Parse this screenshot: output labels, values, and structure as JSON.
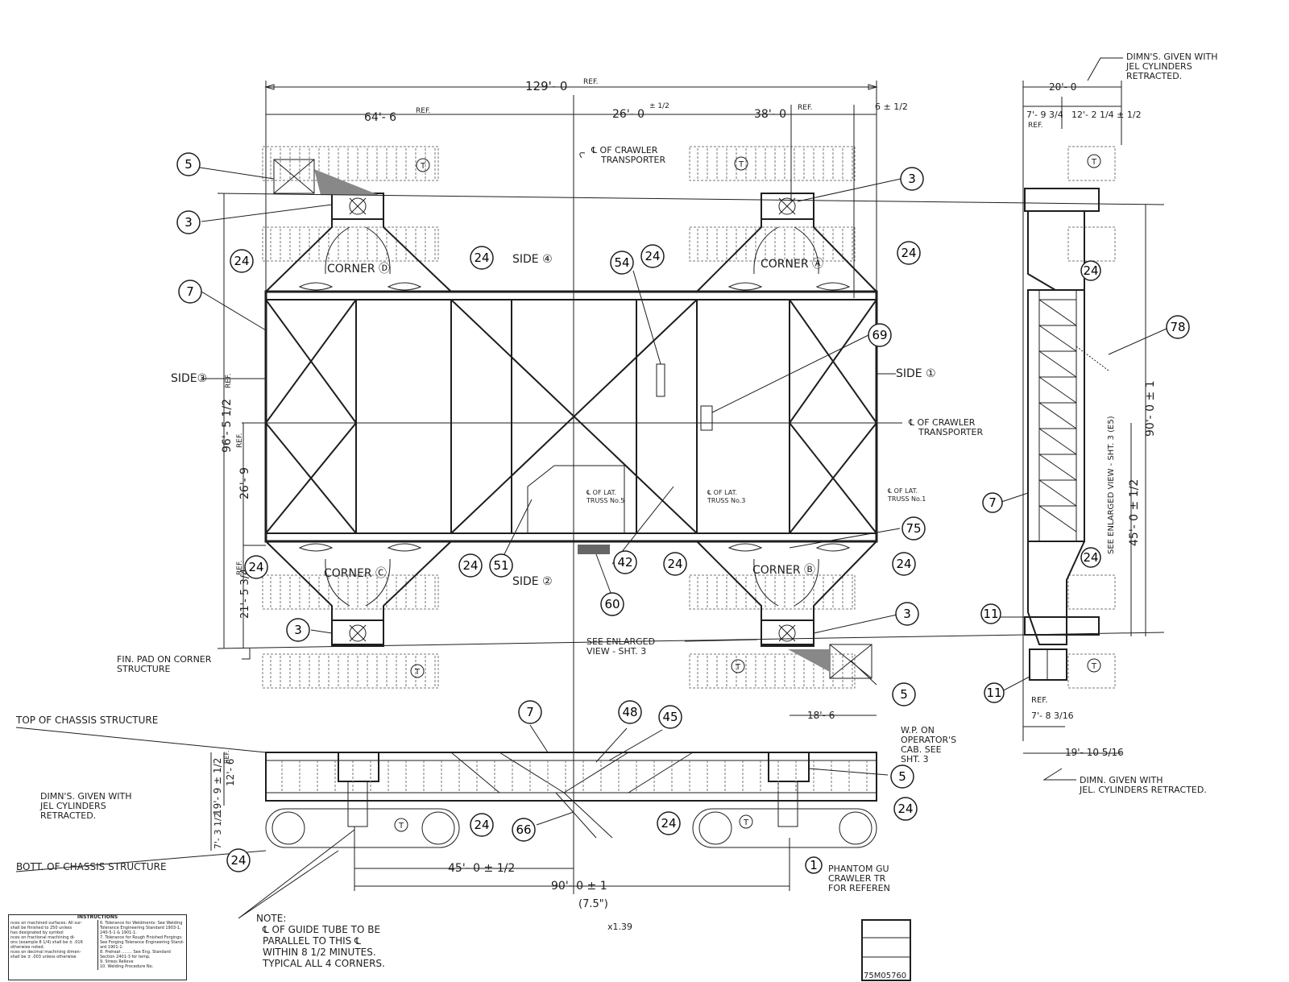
{
  "dims": {
    "overall": "129'- 0",
    "overall_ref": "REF.",
    "left_seg": "64'- 6",
    "left_seg_ref": "REF.",
    "mid_seg": "26'- 0",
    "mid_tol": "± 1/2",
    "right_seg": "38'- 0",
    "right_seg_ref": "REF.",
    "end_seg": "6 ± 1/2",
    "height_total": "96'- 5 1/2",
    "height_total_ref": "REF.",
    "height_26": "26'- 9",
    "height_26_ref": "REF.",
    "height_21": "21'- 5 3/4",
    "height_21_ref": "REF.",
    "side_width": "20'- 0",
    "side_left": "7'- 9 3/4",
    "side_left_ref": "REF.",
    "side_right": "12'- 2 1/4 ± 1/2",
    "side_90": "90'- 0 ± 1",
    "side_45": "45'- 0 ± 1/2",
    "side_bottom_ref": "REF.",
    "side_bottom_a": "7'- 8 3/16",
    "side_bottom_b": "19'- 10 5/16",
    "elev_45": "45'- 0 ± 1/2",
    "elev_90": "90'- 0 ± 1",
    "elev_18": "18'- 6",
    "elev_19": "19'- 9 ± 1/2",
    "elev_12": "12'- 6",
    "elev_12_ref": "REF.",
    "elev_7": "7'- 3 1/2"
  },
  "notes": {
    "crawler_top": "℄ OF CRAWLER",
    "transporter": "TRANSPORTER",
    "crawler_mid": "℄ OF CRAWLER",
    "transporter_mid": "TRANSPORTER",
    "dimns_top_1": "DIMN'S. GIVEN WITH",
    "dimns_top_2": "JEL CYLINDERS",
    "dimns_top_3": "RETRACTED.",
    "fin_pad_1": "FIN. PAD ON CORNER",
    "fin_pad_2": "STRUCTURE",
    "see_enlarged_1": "SEE ENLARGED",
    "see_enlarged_2": "VIEW - SHT. 3",
    "see_enlarged_side": "SEE ENLARGED VIEW - SHT. 3 (E5)",
    "top_chassis": "TOP OF CHASSIS STRUCTURE",
    "bott_chassis": "BOTT. OF CHASSIS STRUCTURE",
    "dimns_left_1": "DIMN'S. GIVEN WITH",
    "dimns_left_2": "JEL CYLINDERS",
    "dimns_left_3": "RETRACTED.",
    "wp_1": "W.P. ON",
    "wp_2": "OPERATOR'S",
    "wp_3": "CAB. SEE",
    "wp_4": "SHT. 3",
    "dimn_side_1": "DIMN.  GIVEN WITH",
    "dimn_side_2": "JEL. CYLINDERS RETRACTED.",
    "phantom_1": "PHANTOM GU",
    "phantom_2": "CRAWLER TR",
    "phantom_3": "FOR REFEREN",
    "note_1": "NOTE:",
    "note_2": "℄ OF GUIDE TUBE TO BE",
    "note_3": "PARALLEL TO THIS ℄",
    "note_4": "WITHIN 8 1/2 MINUTES.",
    "note_5": "TYPICAL ALL 4 CORNERS.",
    "handwritten_1": "(7.5\")",
    "handwritten_2": "x1.39",
    "title_block": "75M05760",
    "lat_truss_5a": "℄ OF LAT.",
    "lat_truss_5b": "TRUSS No.5",
    "lat_truss_3a": "℄ OF LAT.",
    "lat_truss_3b": "TRUSS No.3",
    "lat_truss_1a": "℄ OF LAT.",
    "lat_truss_1b": "TRUSS No.1"
  },
  "labels": {
    "corner_a": "CORNER Ⓐ",
    "corner_b": "CORNER Ⓑ",
    "corner_c": "CORNER Ⓒ",
    "corner_d": "CORNER Ⓓ",
    "side_1": "SIDE ①",
    "side_2": "SIDE ②",
    "side_3": "SIDE③",
    "side_4": "SIDE ④",
    "t": "T"
  },
  "callouts": {
    "c5": "5",
    "c3": "3",
    "c7": "7",
    "c24": "24",
    "c54": "54",
    "c69": "69",
    "c78": "78",
    "c75": "75",
    "c51": "51",
    "c42": "42",
    "c60": "60",
    "c48": "48",
    "c45": "45",
    "c66": "66",
    "c11": "11",
    "c1": "1"
  },
  "instructions": {
    "title": "INSTRUCTIONS",
    "left": [
      "nces on machined surfaces: All sur-",
      "shall be finished to 250 unless",
      "has designated by symbol",
      "nces on fractional machining di-",
      "ons (example 8 1/4) shall be ± .016",
      "otherwise noted.",
      "nces on decimal machining dimen-",
      "shall be ± .003 unless otherwise"
    ],
    "right": [
      "6. Tolerance for Weldments: See Welding",
      "Tolerance Engineering Standard 1903-1,",
      "240-5-1 & 1901-1.",
      "7. Tolerance for Rough Finished Forgings:",
      "See Forging Tolerance Engineering Stand-",
      "ard 1901-1.",
      "8. Preheat ........ See Eng. Standard",
      "Section 2401-3 for temp.",
      "9. Stress Relieve",
      "10. Welding Procedure No."
    ]
  }
}
